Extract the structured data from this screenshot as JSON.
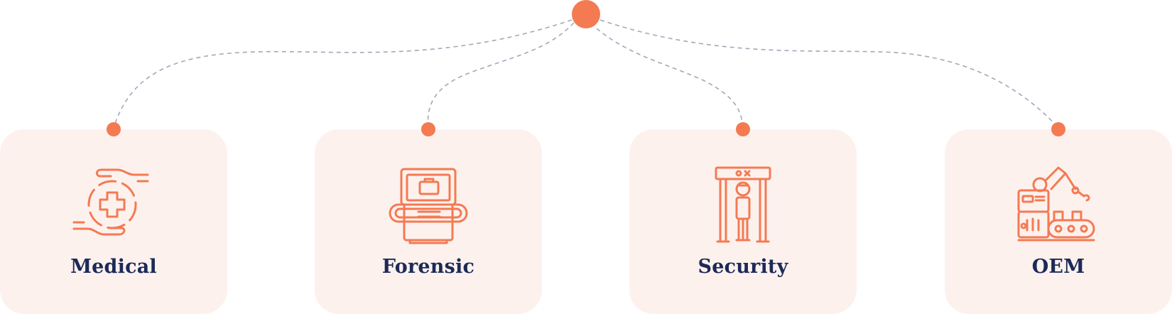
{
  "colors": {
    "accent": "#f47a52",
    "card_background": "#fdf1ee",
    "label_text": "#1c2a57",
    "connector": "#a4a7b8"
  },
  "hub": {
    "icon": "hub-dot"
  },
  "categories": [
    {
      "label": "Medical",
      "icon": "hands-medical-cross-icon"
    },
    {
      "label": "Forensic",
      "icon": "forensic-scanner-icon"
    },
    {
      "label": "Security",
      "icon": "security-gate-icon"
    },
    {
      "label": "OEM",
      "icon": "robotic-arm-icon"
    }
  ]
}
